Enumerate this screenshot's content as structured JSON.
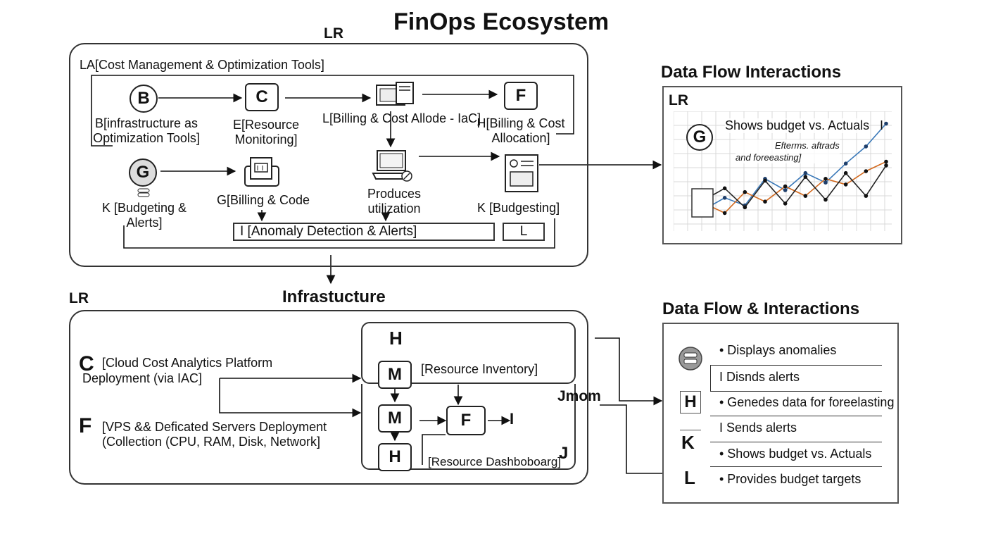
{
  "title": "FinOps Ecosystem",
  "top_panel": {
    "lr": "LR",
    "header": "LA[Cost Management & Optimization Tools]",
    "nodes": {
      "b": "B",
      "c": "C",
      "f": "F",
      "g": "G"
    },
    "labels": {
      "b_line1": "B[infrastructure as",
      "b_line2": "Optimization Tools]",
      "e_line1": "E[Resource",
      "e_line2": "Monitoring]",
      "l_billing": "L[Billing & Cost Allode - IaC]",
      "h_line1": "H[Billing & Cost",
      "h_line2": "Allocation]",
      "k_line1": "K [Budgeting &",
      "k_line2": "Alerts]",
      "g_billing": "G[Billing & Code",
      "produces_line1": "Produces",
      "produces_line2": "utilization",
      "k_budgeting": "K [Budgesting]",
      "anomaly": "I [Anomaly Detection & Alerts]",
      "l_box": "L"
    }
  },
  "data_flow_top": {
    "heading": "Data Flow Interactions",
    "lr": "LR",
    "node": "G",
    "caption": "Shows budget vs. Actuals",
    "caption_mark": "I",
    "annotation_line1": "Efterms. aftrads",
    "annotation_line2": "and foreeasting]"
  },
  "infrastructure": {
    "heading": "Infrastucture",
    "lr": "LR",
    "c_letter": "C",
    "c_line1": "[Cloud Cost Analytics Platform",
    "c_line2": "Deployment (via IAC]",
    "f_letter": "F",
    "f_line1": "[VPS && Deficated Servers Deployment",
    "f_line2": "(Collection (CPU, RAM, Disk, Network]",
    "h_top": "H",
    "m1": "M",
    "m2": "M",
    "h_bottom": "H",
    "f_node": "F",
    "i_node": "I",
    "j_node": "J",
    "resource_inventory": "[Resource Inventory]",
    "resource_dashboard": "[Resource Dashboboarg]",
    "jmom": "Jmom"
  },
  "data_flow_bottom": {
    "heading": "Data Flow & Interactions",
    "rows": [
      {
        "marker": "",
        "text": "• Displays anomalies"
      },
      {
        "marker": "",
        "text": "I  Disnds alerts"
      },
      {
        "marker": "H",
        "text": "• Genedes data for foreelasting"
      },
      {
        "marker": "",
        "text": "I  Sends alerts"
      },
      {
        "marker": "K",
        "text": "• Shows budget vs. Actuals"
      },
      {
        "marker": "L",
        "text": "• Provides budget targets"
      }
    ]
  },
  "chart_data": {
    "type": "line",
    "series": [
      {
        "values": [
          1.0,
          1.6,
          1.2,
          2.6,
          2.0,
          2.9,
          2.4,
          3.4,
          4.3,
          5.5
        ]
      },
      {
        "values": [
          1.3,
          0.8,
          1.9,
          1.4,
          2.2,
          1.7,
          2.6,
          2.3,
          3.0,
          3.5
        ]
      },
      {
        "values": [
          1.5,
          2.1,
          1.1,
          2.5,
          1.3,
          2.7,
          1.5,
          2.9,
          1.7,
          3.3
        ]
      }
    ],
    "colors": [
      "#3a78b8",
      "#d2691e",
      "#222222"
    ],
    "grid": true,
    "ylim": [
      0,
      6
    ]
  }
}
